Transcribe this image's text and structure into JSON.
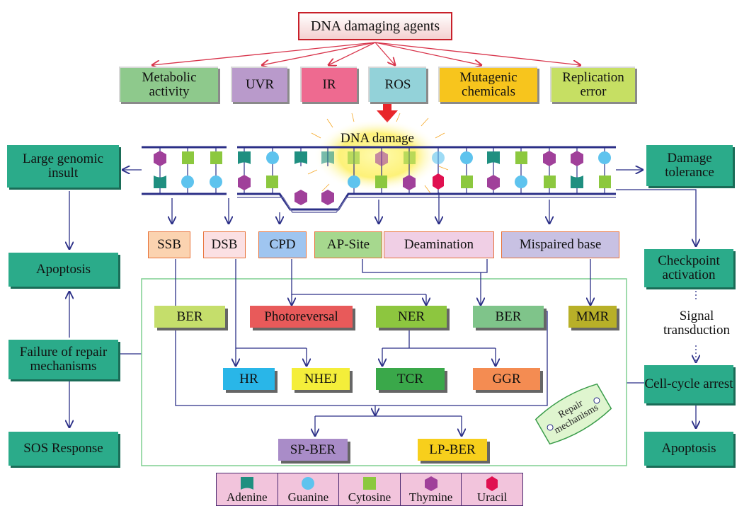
{
  "title": "DNA damaging agents",
  "agents": [
    {
      "label": "Metabolic activity",
      "color": "#8ec98c"
    },
    {
      "label": "UVR",
      "color": "#b99acb"
    },
    {
      "label": "IR",
      "color": "#ee6a90"
    },
    {
      "label": "ROS",
      "color": "#93d2d9"
    },
    {
      "label": "Mutagenic chemicals",
      "color": "#f7c51d"
    },
    {
      "label": "Replication error",
      "color": "#c6df63"
    }
  ],
  "damage_label": "DNA damage",
  "left": {
    "large_insult": "Large genomic insult",
    "apoptosis": "Apoptosis",
    "failure": "Failure of repair mechanisms",
    "sos": "SOS Response"
  },
  "right": {
    "damage_tolerance": "Damage tolerance",
    "checkpoint": "Checkpoint activation",
    "signal": "Signal transduction",
    "arrest": "Cell-cycle arrest",
    "apoptosis": "Apoptosis"
  },
  "damage_types": [
    {
      "label": "SSB",
      "color": "#fbd3b0"
    },
    {
      "label": "DSB",
      "color": "#fbe0e3"
    },
    {
      "label": "CPD",
      "color": "#9fc5f0"
    },
    {
      "label": "AP-Site",
      "color": "#a6d88e"
    },
    {
      "label": "Deamination",
      "color": "#f0cfe5"
    },
    {
      "label": "Mispaired base",
      "color": "#c8c1e3"
    }
  ],
  "repair": {
    "ber1": "BER",
    "photoreversal": "Photoreversal",
    "ner": "NER",
    "ber2": "BER",
    "mmr": "MMR",
    "hr": "HR",
    "nhej": "NHEJ",
    "tcr": "TCR",
    "ggr": "GGR",
    "spber": "SP-BER",
    "lpber": "LP-BER",
    "banner": "Repair mechanisms"
  },
  "repair_colors": {
    "ber1": "#c5de6b",
    "photoreversal": "#e85a5a",
    "ner": "#8dc63f",
    "ber2": "#7fc48a",
    "mmr": "#b8b028",
    "hr": "#29b6e8",
    "nhej": "#f4ee3a",
    "tcr": "#3aa84a",
    "ggr": "#f48c52",
    "spber": "#a98cc8",
    "lpber": "#f7cf1c"
  },
  "legend": [
    "Adenine",
    "Guanine",
    "Cytosine",
    "Thymine",
    "Uracil"
  ],
  "base_colors": {
    "adenine": "#1f8f80",
    "guanine": "#5ec3ee",
    "cytosine": "#8cc83f",
    "thymine": "#a0409a",
    "uracil": "#e01050"
  }
}
